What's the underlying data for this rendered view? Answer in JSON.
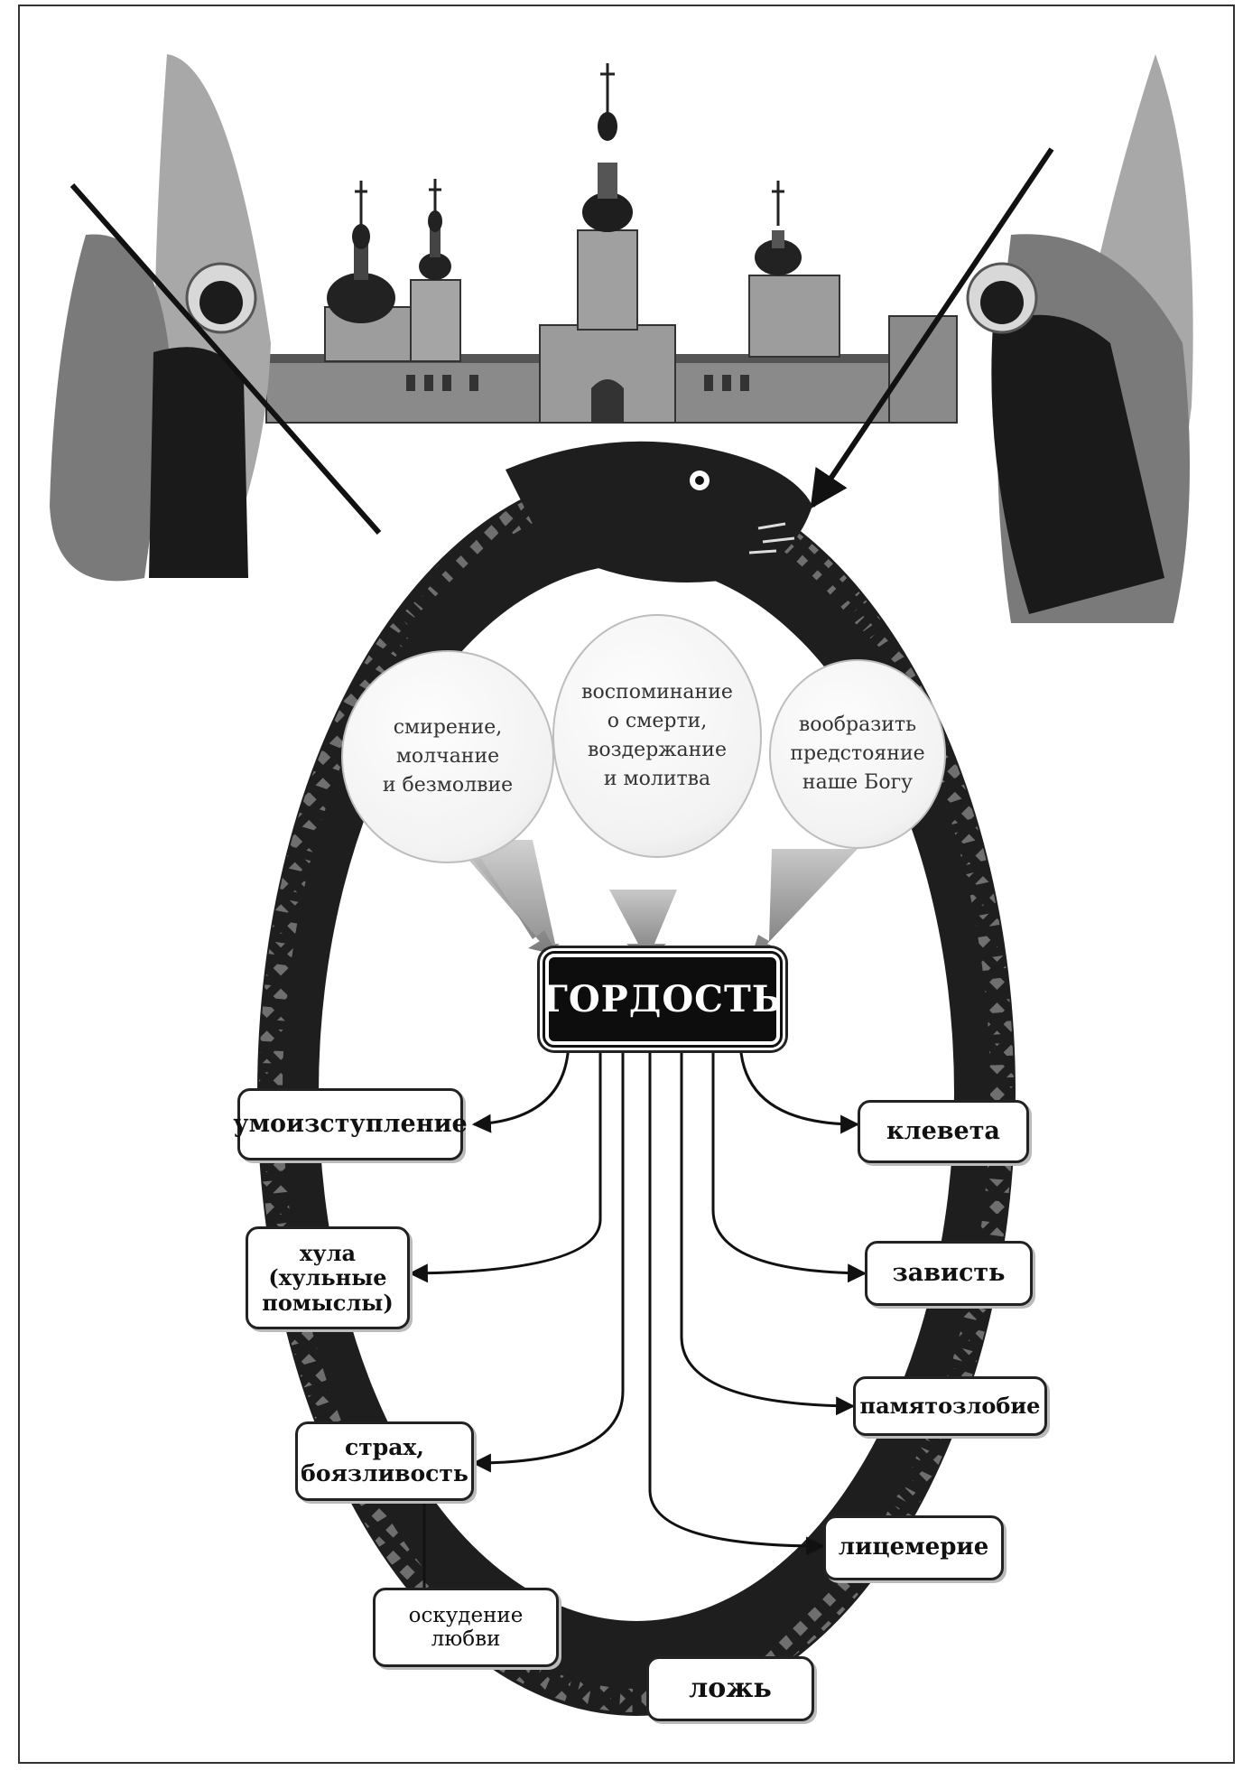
{
  "diagram": {
    "center": "ГОРДОСТЬ",
    "remedies": [
      {
        "lines": [
          "смирение,",
          "молчание",
          "и безмолвие"
        ]
      },
      {
        "lines": [
          "воспоминание",
          "о смерти,",
          "воздержание",
          "и молитва"
        ]
      },
      {
        "lines": [
          "вообразить",
          "предстояние",
          "наше Богу"
        ]
      }
    ],
    "vices_left": [
      {
        "lines": [
          "умоизступление"
        ]
      },
      {
        "lines": [
          "хула",
          "(хульные",
          "помыслы)"
        ]
      },
      {
        "lines": [
          "страх,",
          "боязливость"
        ]
      },
      {
        "lines": [
          "оскудение",
          "любви"
        ]
      }
    ],
    "vices_right": [
      {
        "lines": [
          "клевета"
        ]
      },
      {
        "lines": [
          "зависть"
        ]
      },
      {
        "lines": [
          "памятозлобие"
        ]
      },
      {
        "lines": [
          "лицемерие"
        ]
      },
      {
        "lines": [
          "ложь"
        ]
      }
    ]
  },
  "colors": {
    "serpent": "#1e1e1e",
    "scales": "#8a8a8a",
    "arrow": "#9a9a9a",
    "wall": "#7a7a7a",
    "angel_wing": "#a8a8a8",
    "angel_robe": "#1a1a1a"
  }
}
